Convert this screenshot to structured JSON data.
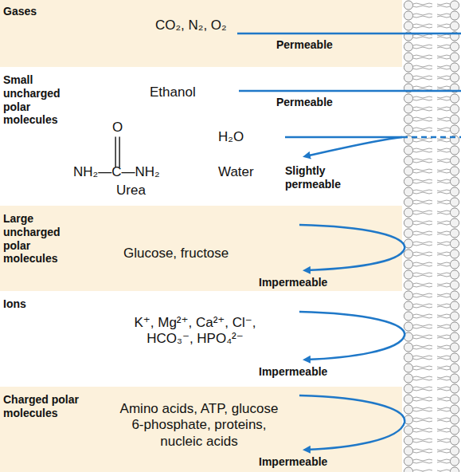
{
  "diagram": {
    "nodes": [
      {
        "text": [
          "Gases",
          "CO₂, N₂, O₂",
          "Permeable"
        ]
      },
      {
        "text": [
          "Small uncharged polar molecules",
          "Ethanol",
          "Permeable",
          "O",
          "NH₂—C—NH₂",
          "Urea",
          "H₂O",
          "Water",
          "Slightly permeable"
        ]
      },
      {
        "text": [
          "Large uncharged polar molecules",
          "Glucose, fructose",
          "Impermeable"
        ]
      },
      {
        "text": [
          "Ions",
          "K⁺, Mg²⁺, Ca²⁺, Cl⁻, HCO₃⁻, HPO₄²⁻",
          "Impermeable"
        ]
      },
      {
        "text": [
          "Charged polar molecules",
          "Amino acids, ATP, glucose 6-phosphate, proteins, nucleic acids",
          "Impermeable"
        ]
      }
    ]
  }
}
